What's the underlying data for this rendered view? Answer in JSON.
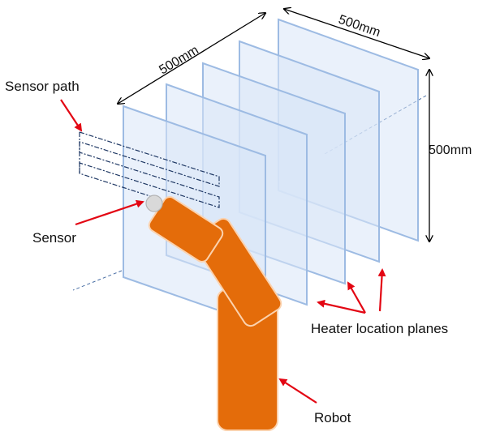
{
  "labels": {
    "sensor_path": "Sensor path",
    "sensor": "Sensor",
    "heater_planes": "Heater location planes",
    "robot": "Robot",
    "dim_top_depth": "500mm",
    "dim_top_width": "500mm",
    "dim_height": "500mm"
  },
  "colors": {
    "plane_fill": "#d9e6f7",
    "plane_stroke": "#9dbbe3",
    "robot_fill": "#e46c0a",
    "robot_stroke": "#fbd2ae",
    "arrow": "#e30613",
    "dim_line": "#000000",
    "sensor_path": "#1f3864",
    "sensor_fill": "#d9d9d9",
    "axis_line": "#4a6fa5"
  }
}
